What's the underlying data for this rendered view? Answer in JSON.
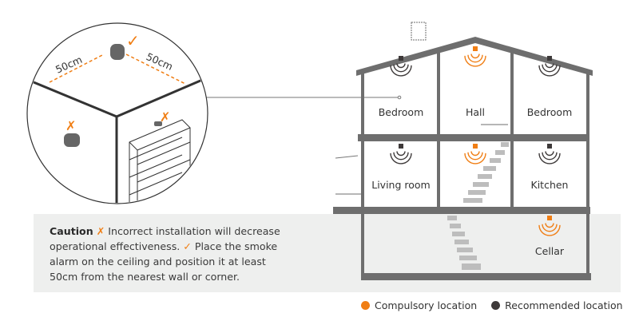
{
  "colors": {
    "compulsory": "#f07e14",
    "recommended": "#3e3a3a",
    "wall": "#6e6e6e",
    "band": "#eeefee"
  },
  "inset": {
    "distance_left": "50cm",
    "distance_right": "50cm",
    "correct_mark": "✓",
    "wrong_mark": "✗"
  },
  "caption": {
    "title": "Caution",
    "wrong_icon": "✗",
    "text1": "Incorrect installation will decrease operational effectiveness.",
    "check_icon": "✓",
    "text2": "Place the smoke alarm on the ceiling and position it at least 50cm from the nearest wall or corner."
  },
  "rooms": {
    "bedroom1": "Bedroom",
    "hall": "Hall",
    "bedroom2": "Bedroom",
    "living": "Living room",
    "kitchen": "Kitchen",
    "cellar": "Cellar"
  },
  "legend": {
    "compulsory": "Compulsory location",
    "recommended": "Recommended location"
  }
}
